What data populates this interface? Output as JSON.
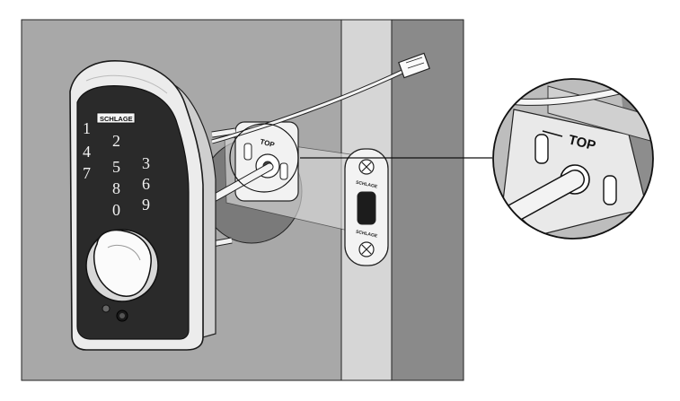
{
  "keypad": {
    "brand": "SCHLAGE",
    "keys": [
      "1",
      "2",
      "3",
      "4",
      "5",
      "6",
      "7",
      "8",
      "9",
      "0"
    ]
  },
  "strike_plate": {
    "label_upper": "SCHLAGE",
    "label_lower": "SCHLAGE"
  },
  "deadbolt": {
    "top_label": "TOP"
  },
  "zoom_inset": {
    "top_label": "TOP"
  },
  "colors": {
    "wall": "#a8a8a8",
    "door_edge": "#d4d4d4",
    "frame": "#888888",
    "keypad_face": "#2a2a2a",
    "escutcheon": "#ececec",
    "outline": "#1a1a1a"
  }
}
